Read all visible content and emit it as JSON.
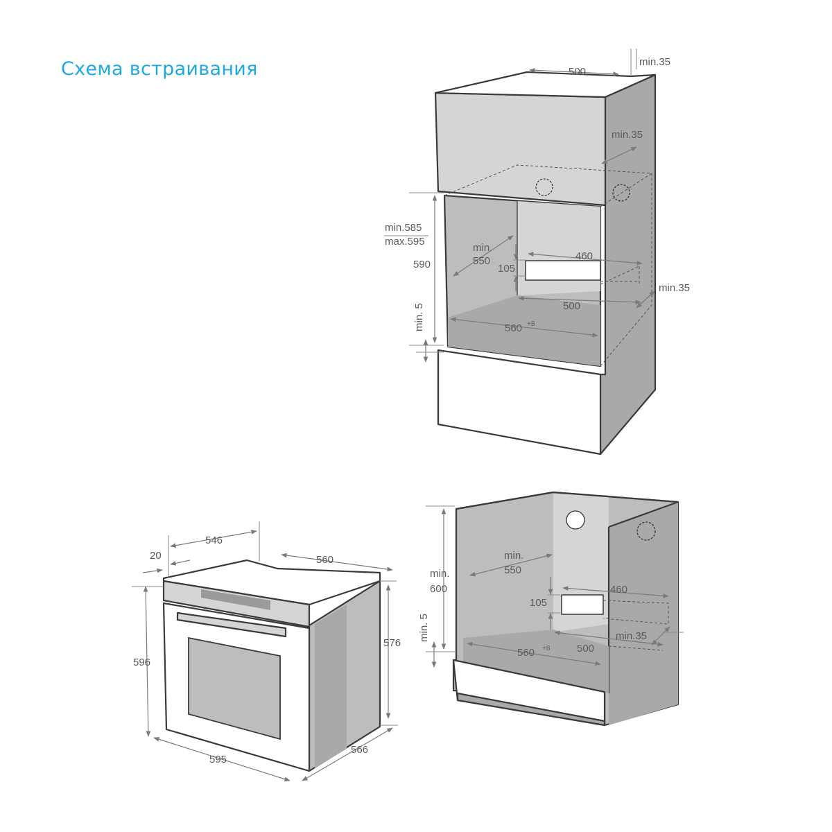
{
  "title": "Схема встраивания",
  "tall_cabinet": {
    "top_depth": "500",
    "top_gap": "min.35",
    "rear_gap_upper": "min.35",
    "niche_height_min": "min.585",
    "niche_height_max": "max.595",
    "oven_height": "590",
    "plinth_gap": "min. 5",
    "back_depth_min_label": "min.",
    "back_depth_min_value": "550",
    "vent_width": "460",
    "vent_height": "105",
    "floor_depth": "500",
    "niche_width": "560",
    "niche_width_tolerance": "+8",
    "rear_gap_lower": "min.35"
  },
  "oven": {
    "depth_body": "546",
    "front_thickness": "20",
    "width_body": "560",
    "height_total": "596",
    "height_body": "576",
    "width_total": "595",
    "depth_total": "566"
  },
  "base_cabinet": {
    "niche_height_label": "min.",
    "niche_height_value": "600",
    "plinth_gap": "min. 5",
    "back_depth_min_label": "min.",
    "back_depth_min_value": "550",
    "vent_width": "460",
    "vent_height": "105",
    "niche_width": "560",
    "niche_width_tolerance": "+8",
    "floor_depth": "500",
    "rear_gap": "min.35"
  }
}
